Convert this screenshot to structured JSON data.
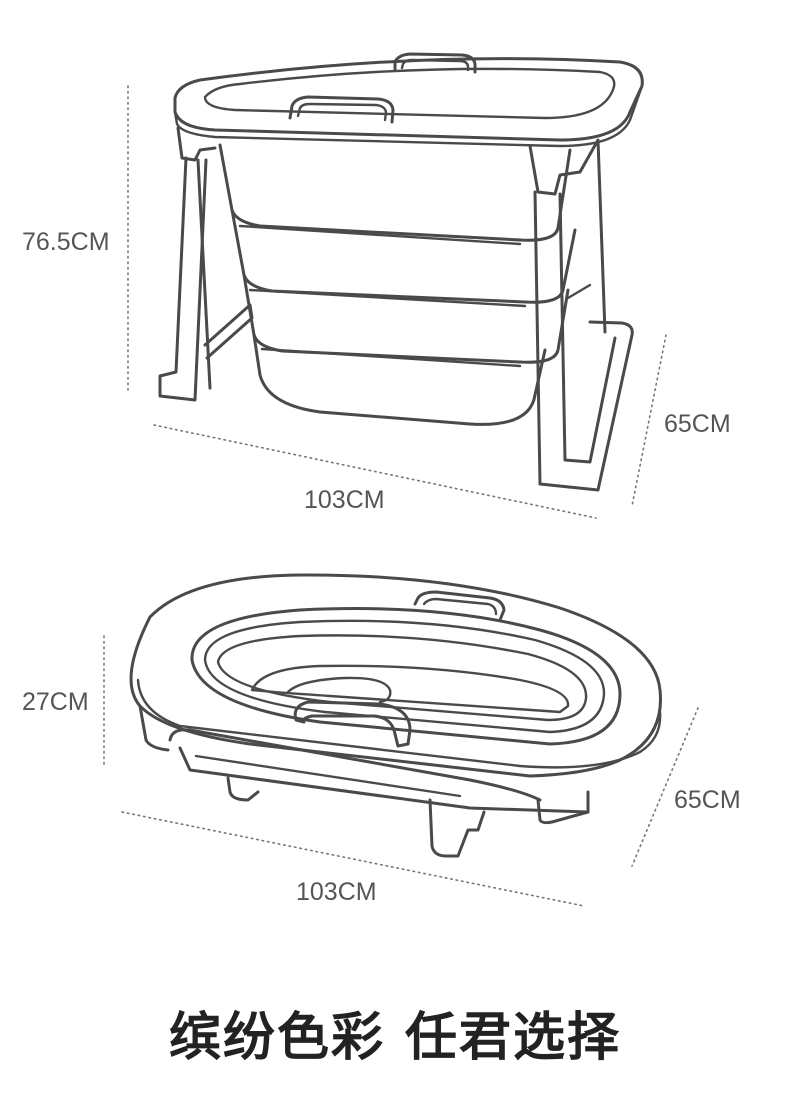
{
  "dimensions": {
    "standing": {
      "height": "76.5CM",
      "depth": "65CM",
      "width": "103CM"
    },
    "folded": {
      "height": "27CM",
      "depth": "65CM",
      "width": "103CM"
    }
  },
  "caption": "缤纷色彩 任君选择",
  "colors": {
    "outline": "#4a4a4a",
    "label": "#555555",
    "caption": "#222222"
  }
}
